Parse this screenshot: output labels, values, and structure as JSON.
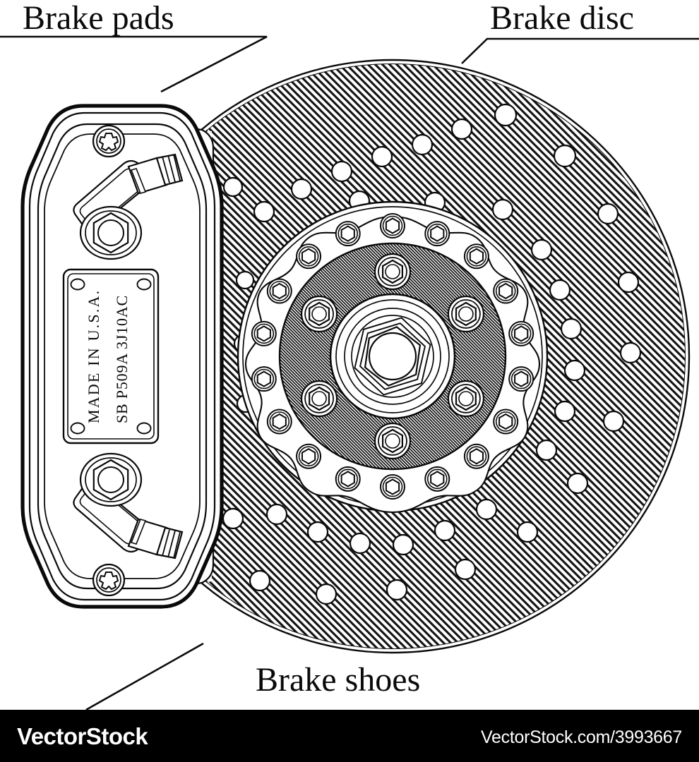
{
  "illustration": {
    "subject": "automotive disc brake assembly outline drawing",
    "background_color": "#ffffff",
    "line_color": "#0a0a0a"
  },
  "labels": {
    "brake_pads": "Brake pads",
    "brake_disc": "Brake disc",
    "brake_shoes": "Brake shoes"
  },
  "caliper_plate": {
    "line1": "MADE IN U.S.A.",
    "line2": "SB P509A 3J10AC"
  },
  "footer": {
    "brand": "VectorStock",
    "url": "VectorStock.com/3993667",
    "background_color": "#000000",
    "text_color": "#ffffff"
  },
  "colors": {
    "ink": "#0a0a0a",
    "paper": "#ffffff",
    "rotor_hatch": "#1a1a1a",
    "hub_hatch": "#141414"
  }
}
